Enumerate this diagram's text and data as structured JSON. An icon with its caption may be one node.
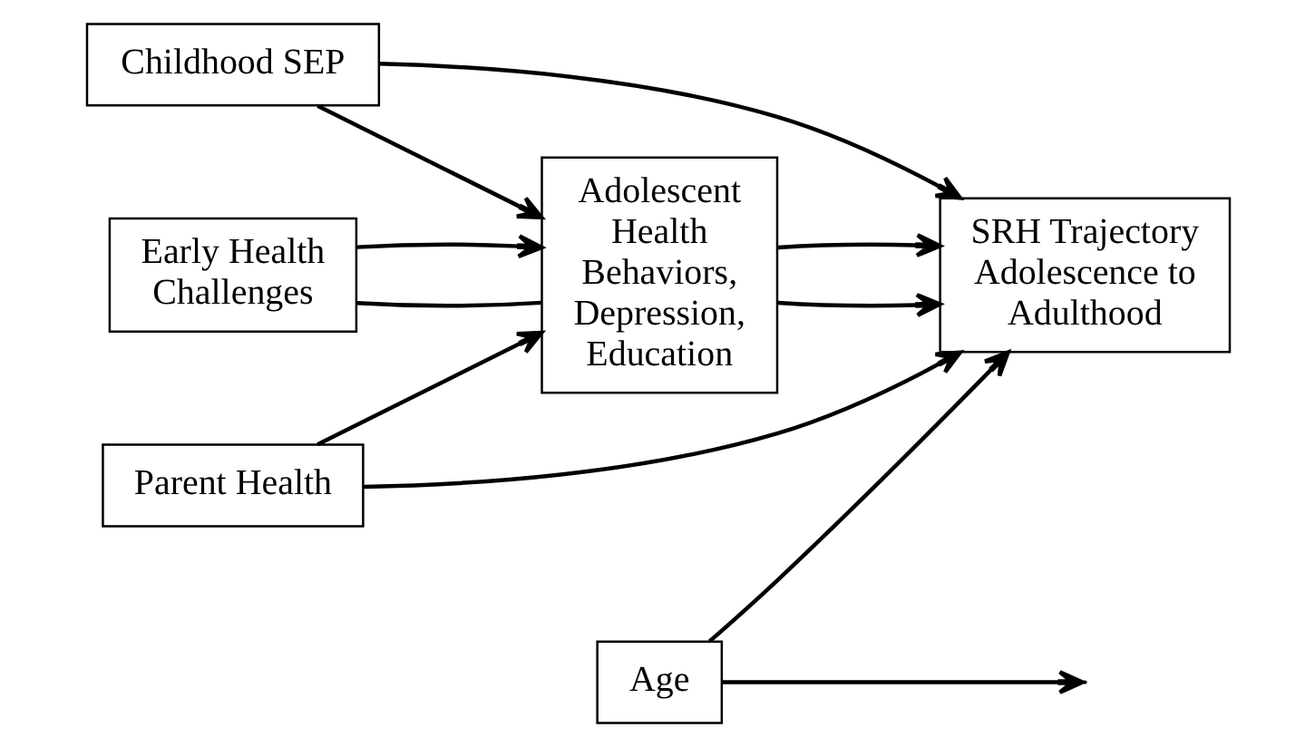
{
  "diagram": {
    "nodes": [
      {
        "text": [
          "Parent Health"
        ]
      },
      {
        "text": [
          "Early Health Challenges"
        ]
      },
      {
        "text": [
          "Childhood SEP"
        ]
      },
      {
        "text": [
          "Adolescent Health Behaviors, Depression, Education"
        ]
      },
      {
        "text": [
          "SRH Trajectory Adolescence to Adulthood"
        ]
      },
      {
        "text": [
          "Age"
        ]
      }
    ],
    "edges": [
      {
        "from": 0,
        "to": 3,
        "arrow": "to"
      },
      {
        "from": 0,
        "to": 4,
        "arrow": "to"
      },
      {
        "from": 1,
        "to": 3,
        "arrow": "none"
      },
      {
        "from": 1,
        "to": 3,
        "arrow": "to"
      },
      {
        "from": 2,
        "to": 3,
        "arrow": "to"
      },
      {
        "from": 2,
        "to": 4,
        "arrow": "to"
      },
      {
        "from": 3,
        "to": 4,
        "arrow": "to"
      },
      {
        "from": 3,
        "to": 4,
        "arrow": "to"
      },
      {
        "from": 5,
        "to": null,
        "arrow": "to"
      },
      {
        "from": 5,
        "to": 4,
        "arrow": "to"
      }
    ]
  }
}
